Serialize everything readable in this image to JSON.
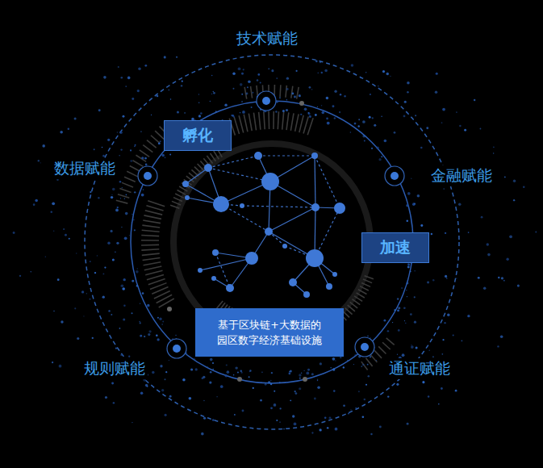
{
  "diagram": {
    "nodes": [
      {
        "text": [
          "孵化"
        ]
      },
      {
        "text": [
          "加速"
        ]
      },
      {
        "text": [
          "基于区块链+大数据的 园区数字经济基础设施"
        ]
      }
    ],
    "labels": [
      "技术赋能",
      "数据赋能",
      "金融赋能",
      "规则赋能",
      "通证赋能"
    ]
  }
}
